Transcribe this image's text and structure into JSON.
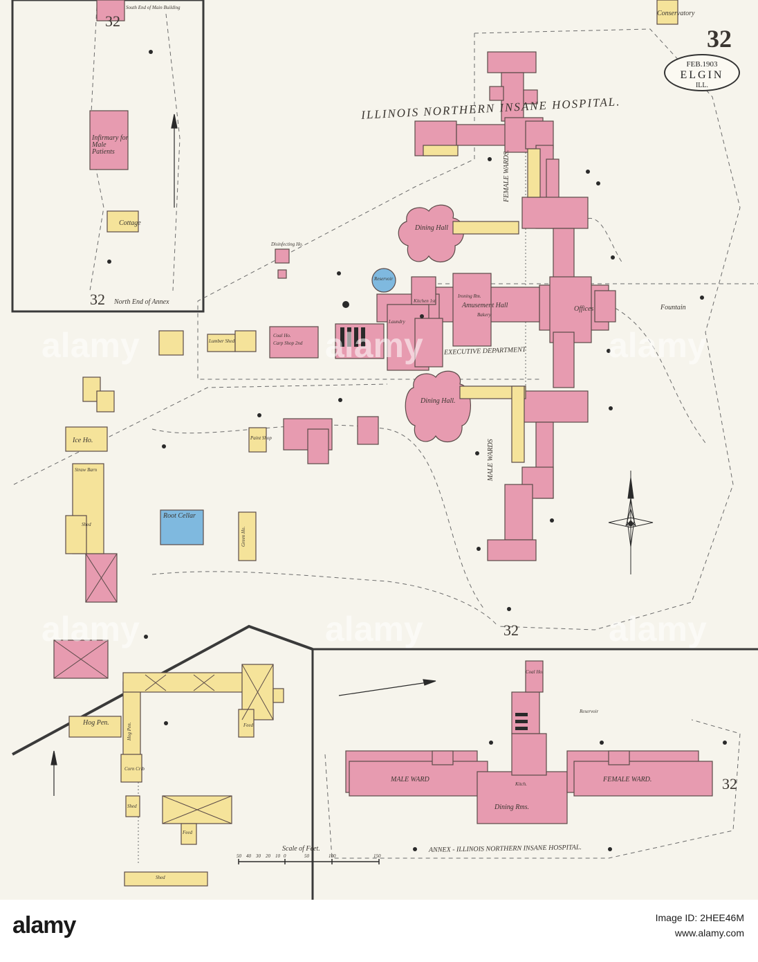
{
  "sheet": {
    "number": "32",
    "date": "FEB.1903",
    "city": "ELGIN",
    "state": "ILL.",
    "title": "ILLINOIS NORTHERN INSANE HOSPITAL.",
    "annex_title": "ANNEX - ILLINOIS NORTHERN INSANE HOSPITAL.",
    "scale_label": "Scale of Feet.",
    "scale_ticks": [
      "50",
      "40",
      "30",
      "20",
      "10",
      "0",
      "50",
      "100",
      "150"
    ],
    "colors": {
      "brick": "#e79bb0",
      "frame": "#f5e39a",
      "stone": "#7fb9df",
      "paper": "#f6f4ec",
      "outline": "#5a4a48"
    }
  },
  "inset": {
    "number_top": "32",
    "number_bottom": "32",
    "labels": {
      "main_building": "South End of Main Building",
      "infirmary": "Infirmary for Male Patients",
      "cottage": "Cottage",
      "annex_north": "North End of Annex"
    }
  },
  "buildings": {
    "dining_hall_north": "Dining Hall",
    "dining_hall_south": "Dining Hall.",
    "reservoir": "Reservoir",
    "kitchen": "Kitchen 1st",
    "laundry": "Laundry",
    "amusement_hall": "Amusement Hall",
    "ironing_rm": "Ironing Rm.",
    "bakery": "Bakery",
    "executive_department": "EXECUTIVE DEPARTMENT",
    "offices": "Offices",
    "fountain": "Fountain",
    "coal_house": "Coal Ho.",
    "carp_shop": "Carp Shop 2nd",
    "lumber_shed": "Lumber Shed",
    "paint_shop": "Paint Shop",
    "root_cellar": "Root Cellar",
    "green_ho": "Green Ho.",
    "disinfecting": "Disinfecting Ho.",
    "ice_house": "Ice Ho.",
    "straw_barn": "Straw Barn",
    "shed": "Shed",
    "hog_pen": "Hog Pen.",
    "corn_crib": "Corn Crib",
    "feed": "Feed",
    "female_wards": "FEMALE WARDS.",
    "male_wards": "MALE WARDS",
    "conservatory": "Conservatory",
    "annex_male_ward": "MALE WARD",
    "annex_female_ward": "FEMALE WARD.",
    "annex_dining": "Dining Rms.",
    "annex_kitch": "Kitch.",
    "annex_coal": "Coal Ho.",
    "annex_reservoir": "Reservoir"
  },
  "section_numbers": {
    "main_bottom": "32",
    "annex_right": "32"
  },
  "icons": [
    "north-arrow-icon",
    "compass-rose-icon",
    "hydrant-dot-icon"
  ],
  "footer": {
    "credit": "alamy",
    "stock_id": "Image ID: 2HEE46M",
    "stock_url": "www.alamy.com"
  },
  "watermark": "alamy"
}
